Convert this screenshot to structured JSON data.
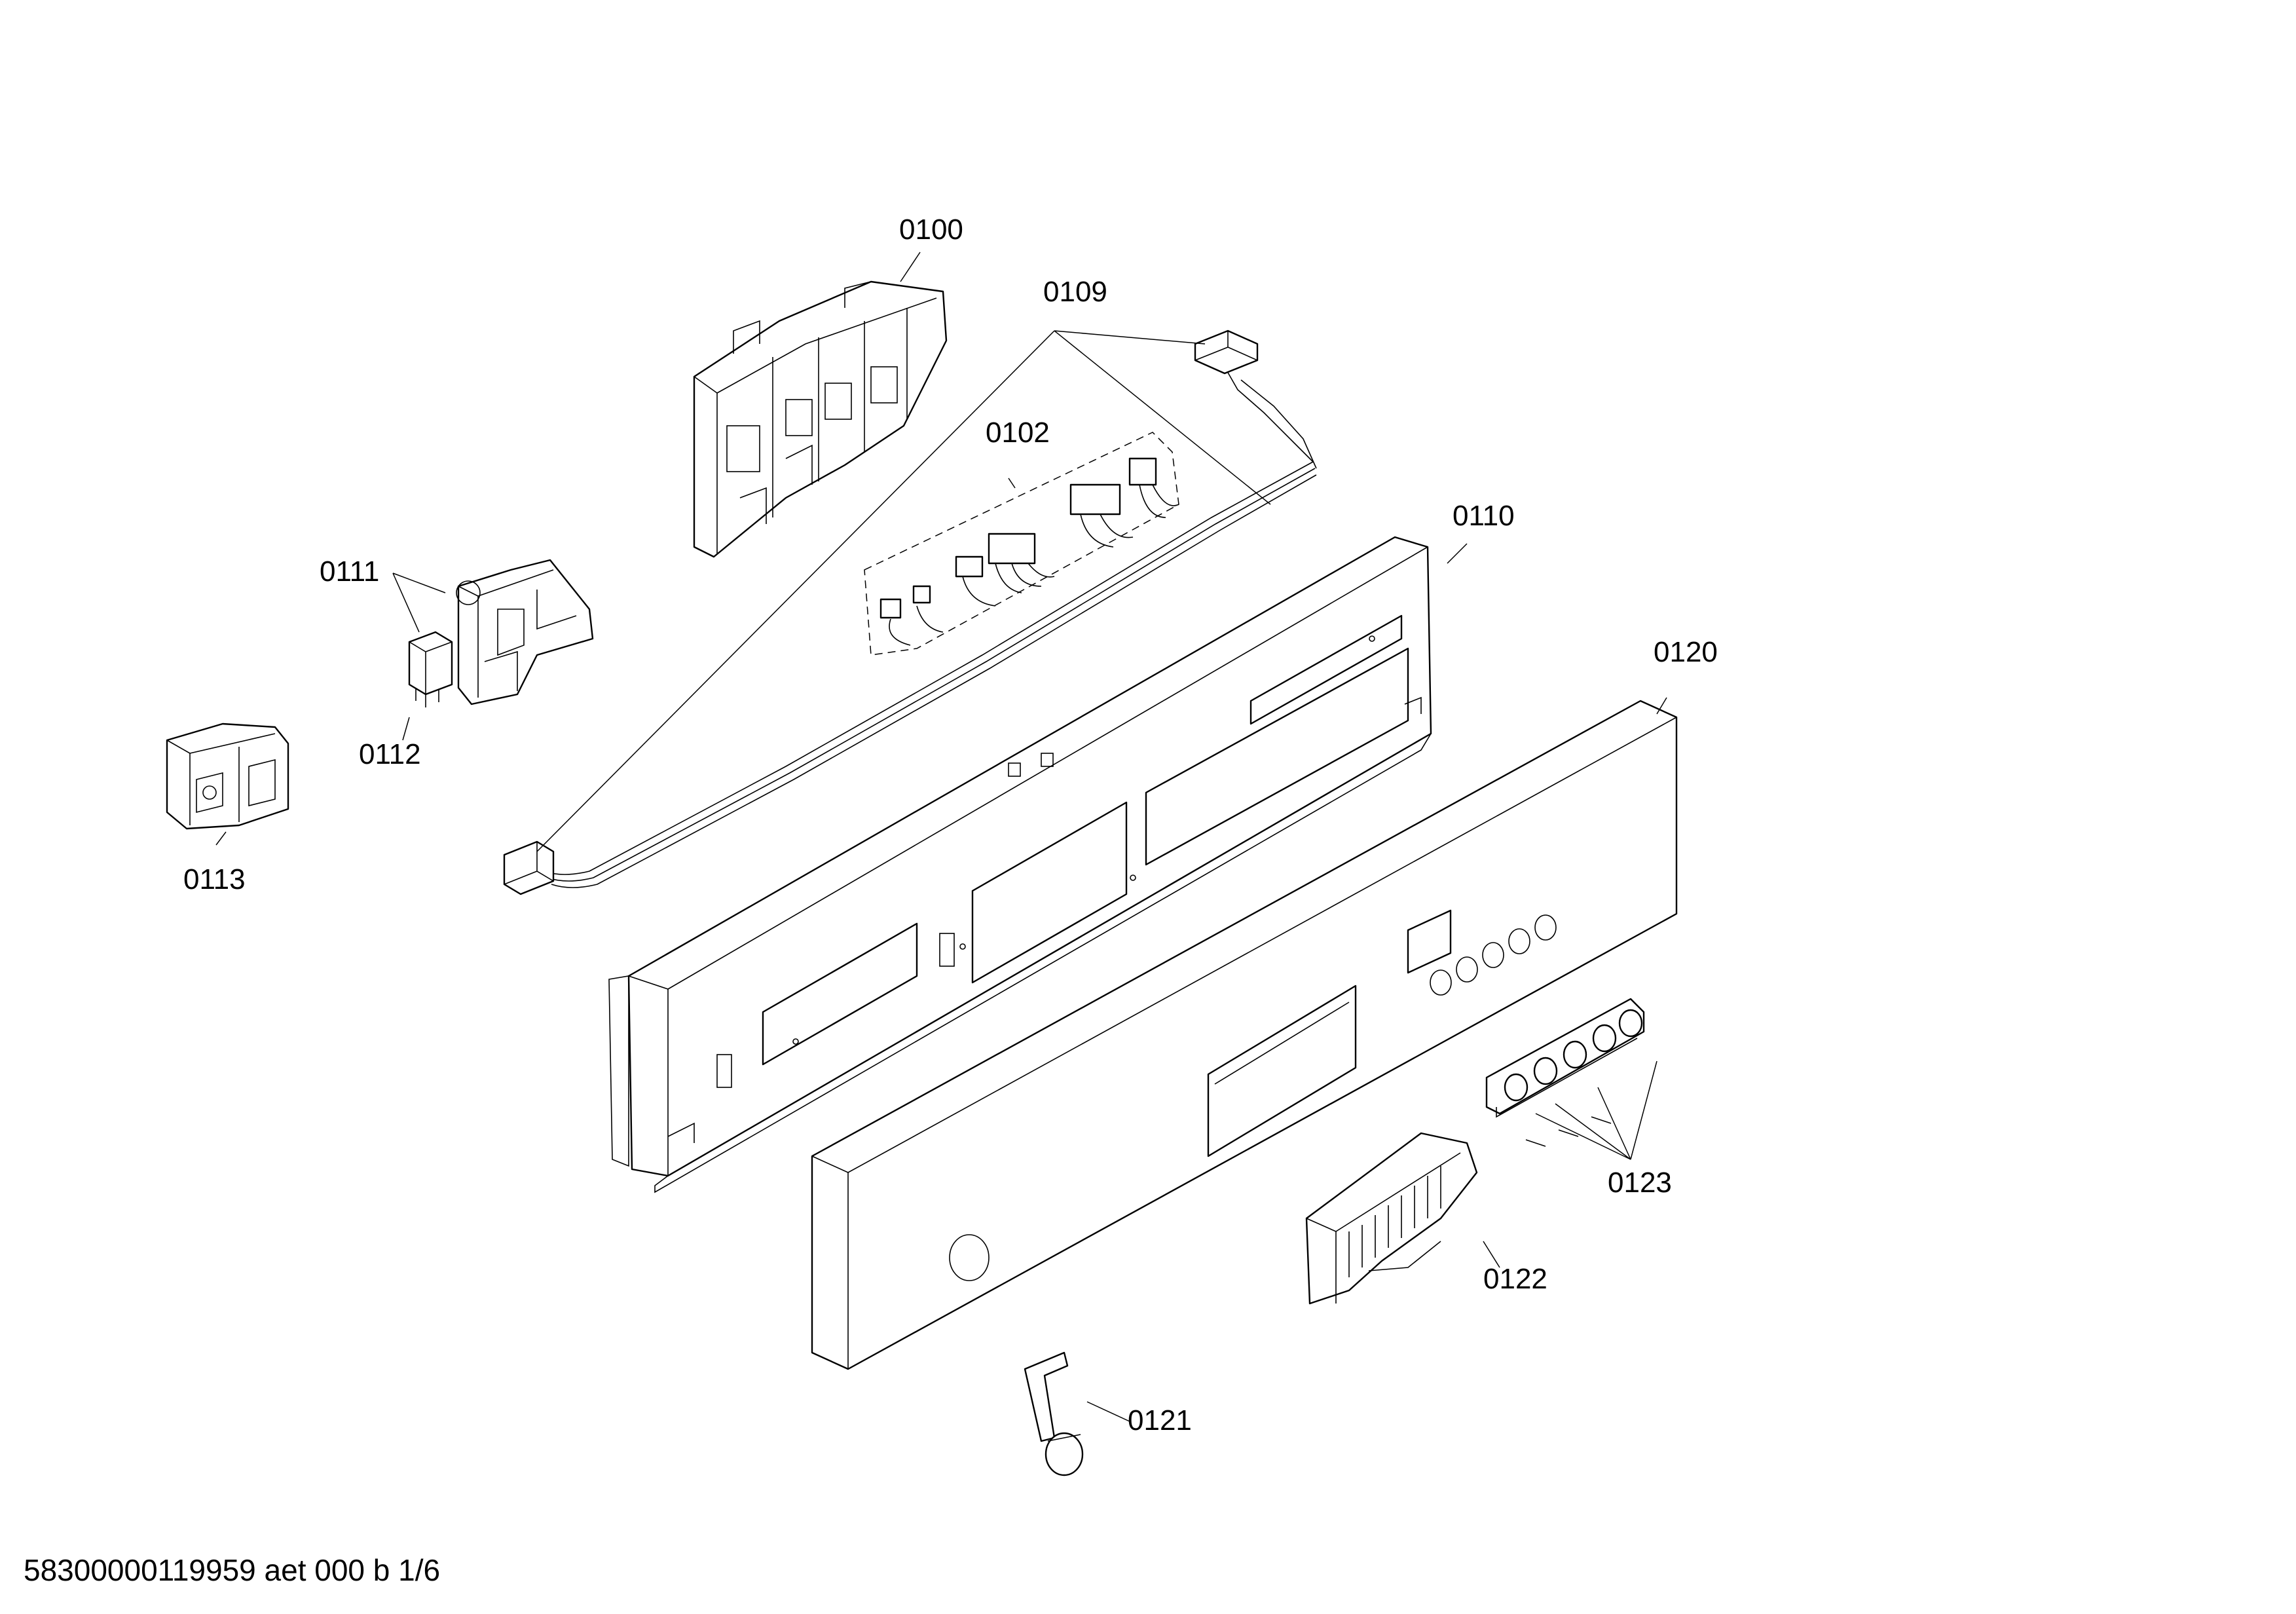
{
  "labels": {
    "l0100": "0100",
    "l0109": "0109",
    "l0102": "0102",
    "l0110": "0110",
    "l0111": "0111",
    "l0112": "0112",
    "l0113": "0113",
    "l0120": "0120",
    "l0121": "0121",
    "l0122": "0122",
    "l0123": "0123"
  },
  "footer": "58300000119959 aet 000 b 1/6"
}
